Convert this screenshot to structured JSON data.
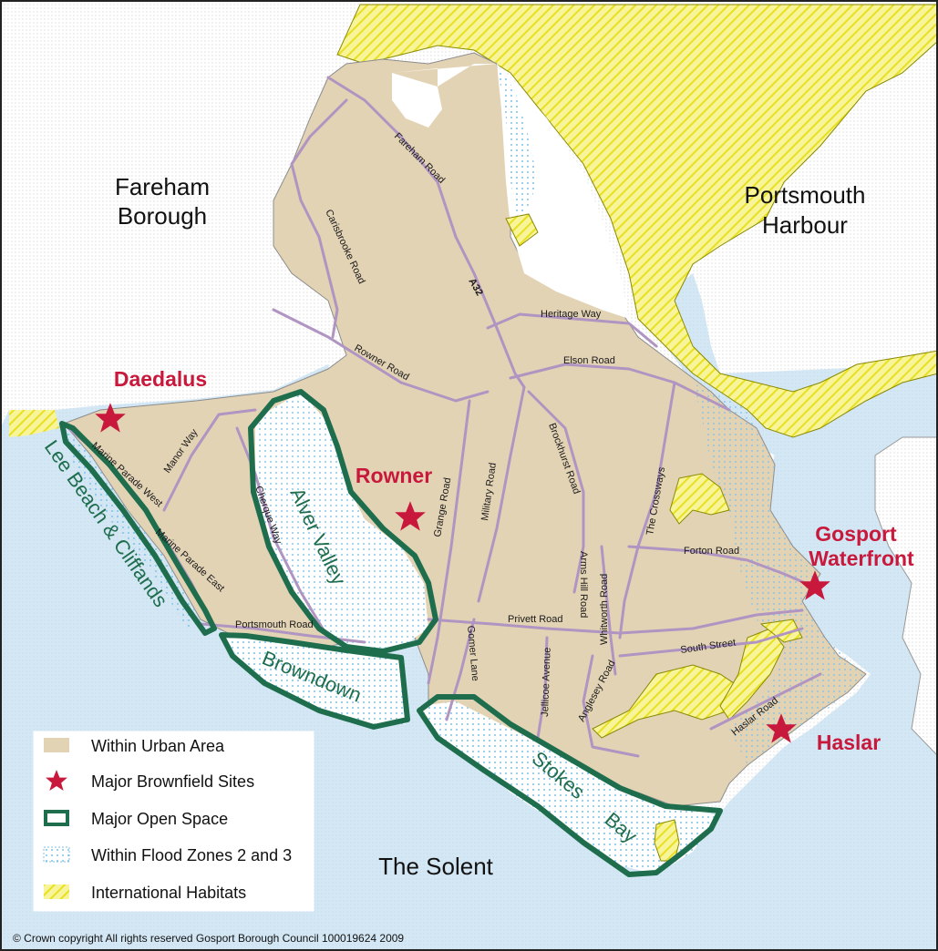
{
  "colors": {
    "sea": "#d4e7f4",
    "land_outside": "#ffffff",
    "urban": "#e3d3b5",
    "road": "#b095c2",
    "habitat_yellow": "#f4f05a",
    "open_space": "#1e6e4e",
    "brownfield": "#c8193c",
    "flood": "#7fc1e6",
    "frame": "#222222"
  },
  "places": {
    "fareham_l1": "Fareham",
    "fareham_l2": "Borough",
    "portsmouth_l1": "Portsmouth",
    "portsmouth_l2": "Harbour",
    "solent": "The Solent"
  },
  "sites": {
    "daedalus": "Daedalus",
    "rowner": "Rowner",
    "gosport_l1": "Gosport",
    "gosport_l2": "Waterfront",
    "haslar": "Haslar"
  },
  "open_spaces": {
    "lee_beach": "Lee Beach & Cliffands",
    "alver_valley": "Alver Valley",
    "browndown": "Browndown",
    "stokes": "Stokes",
    "bay": "Bay"
  },
  "roads": {
    "fareham_road": "Fareham Road",
    "carisbrooke_road": "Carisbrooke Road",
    "a32": "A32",
    "heritage_way": "Heritage Way",
    "elson_road": "Elson Road",
    "rowner_road": "Rowner Road",
    "manor_way": "Manor Way",
    "marine_parade_west": "Marine Parade West",
    "marine_parade_east": "Marine Parade East",
    "cherque_way": "Cherque Way",
    "grange_road": "Grange Road",
    "military_road": "Military Road",
    "brockhurst_road": "Brockhurst Road",
    "the_crossways": "The Crossways",
    "forton_road": "Forton Road",
    "arms_hill_road": "Arms Hill Road",
    "whitworth_road": "Whitworth Road",
    "privett_road": "Privett Road",
    "portsmouth_road": "Portsmouth Road",
    "south_street": "South Street",
    "gomer_lane": "Gomer Lane",
    "jellicoe_avenue": "Jellicoe Avenue",
    "anglesey_road": "Anglesey Road",
    "haslar_road": "Haslar Road"
  },
  "legend": {
    "items": [
      {
        "label": "Within Urban Area",
        "icon": "urban-swatch-icon"
      },
      {
        "label": "Major Brownfield Sites",
        "icon": "star-icon"
      },
      {
        "label": "Major Open Space",
        "icon": "green-outline-icon"
      },
      {
        "label": "Within Flood Zones 2 and 3",
        "icon": "flood-dots-icon"
      },
      {
        "label": "International Habitats",
        "icon": "yellow-hatch-icon"
      }
    ]
  },
  "copyright": "© Crown copyright All rights reserved Gosport Borough Council 100019624 2009"
}
